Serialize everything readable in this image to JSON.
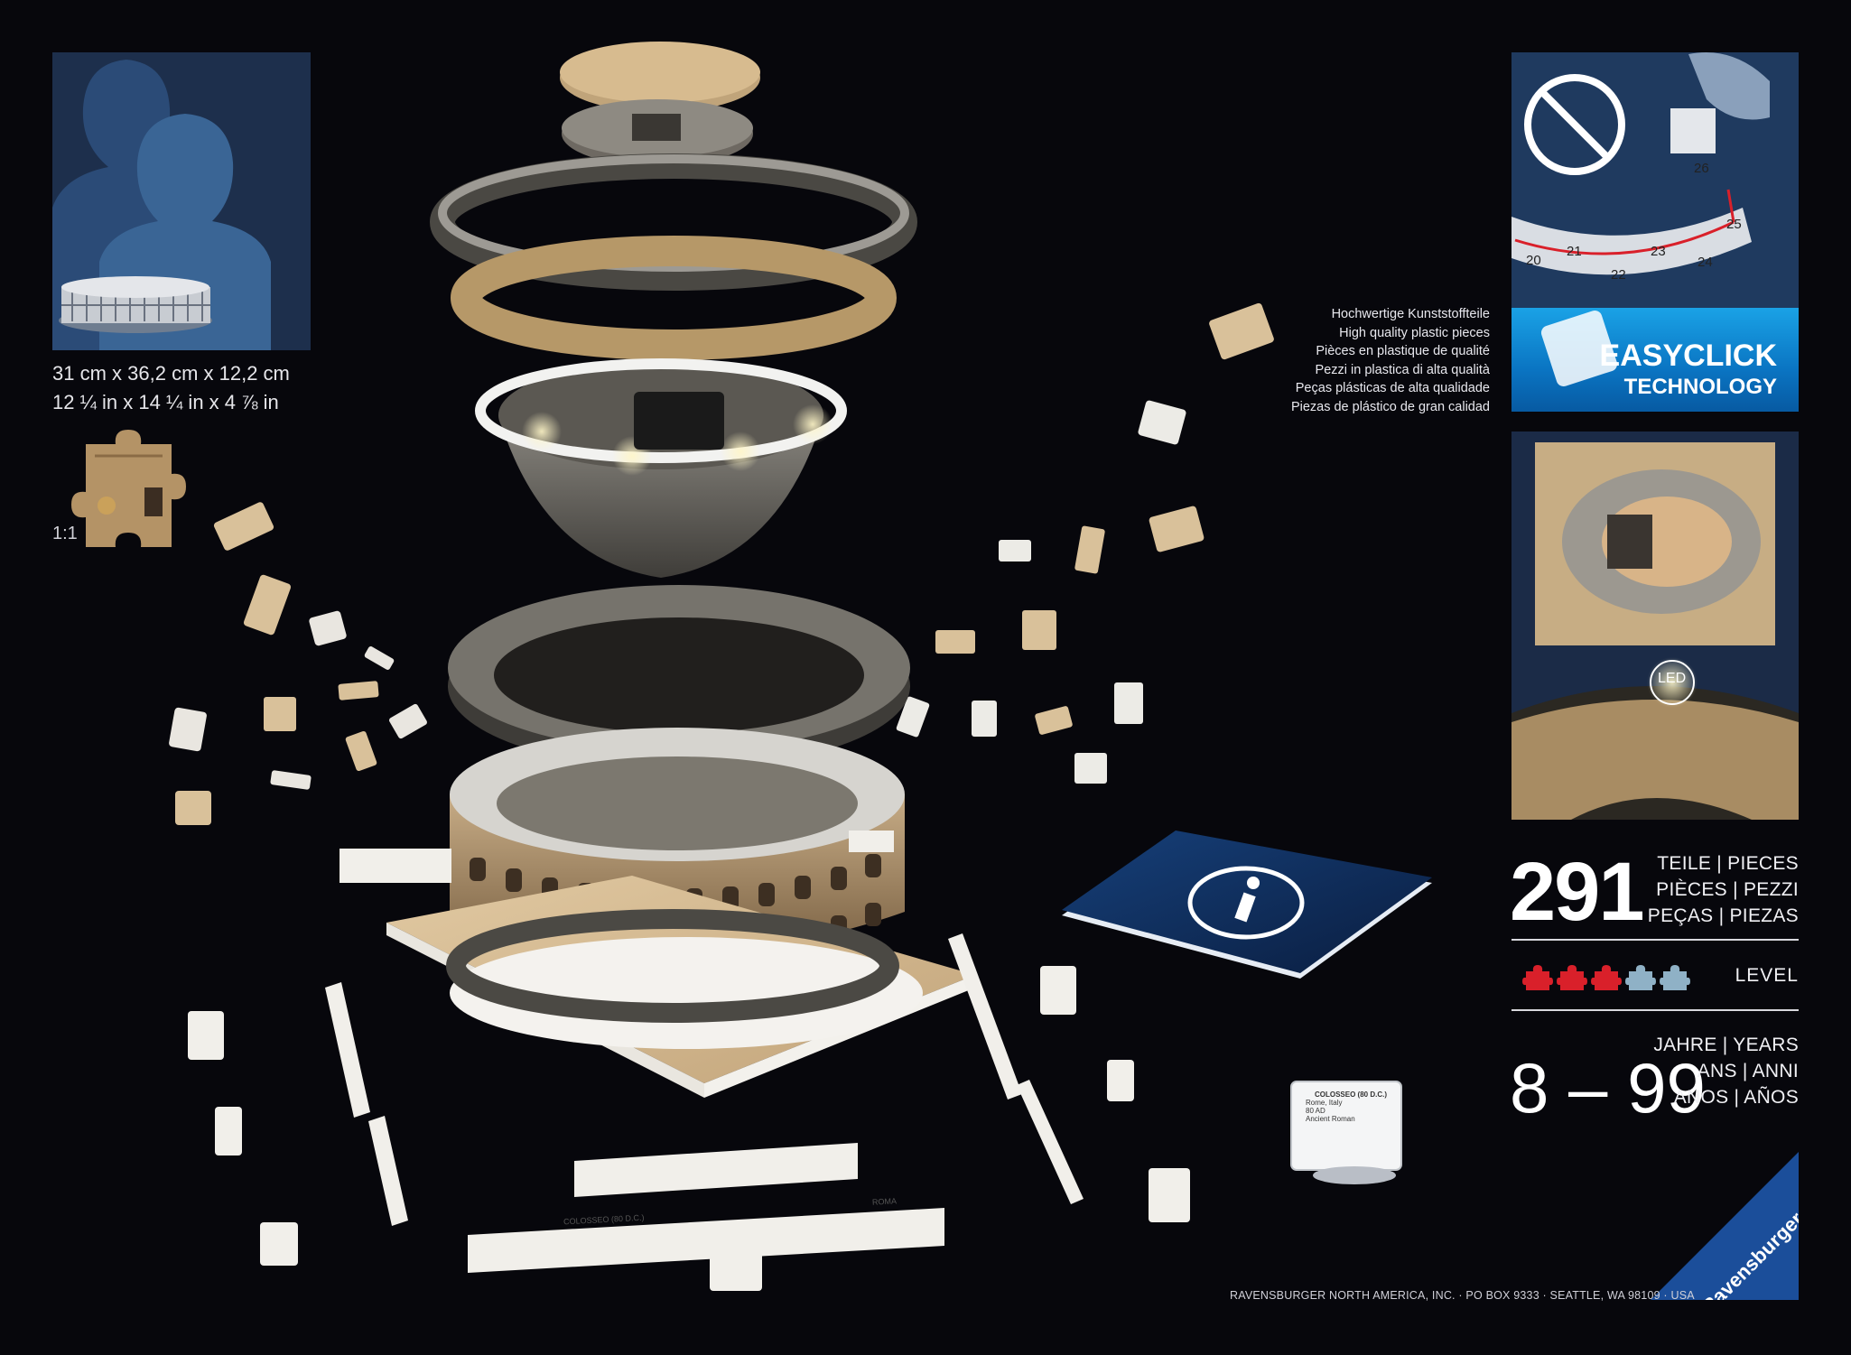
{
  "dimensions": {
    "metric": "31 cm x 36,2 cm x 12,2 cm",
    "imperial": "12 ¼ in x 14 ¼ in x 4 ⅞ in"
  },
  "scale_label": "1:1",
  "plastic_pieces": [
    "Hochwertige Kunststoffteile",
    "High quality plastic pieces",
    "Pièces en plastique de qualité",
    "Pezzi in plastica di alta qualità",
    "Peças plásticas de alta qualidade",
    "Piezas de plástico de gran calidad"
  ],
  "easyclick": {
    "title": "EASYCLICK",
    "subtitle": "TECHNOLOGY",
    "piece_numbers": [
      "20",
      "21",
      "22",
      "23",
      "24",
      "25",
      "26"
    ]
  },
  "led_label": "LED",
  "pieces": {
    "count": "291",
    "labels": [
      "TEILE | PIECES",
      "PIÈCES | PEZZI",
      "PEÇAS | PIEZAS"
    ]
  },
  "level": {
    "label": "LEVEL",
    "value": 3,
    "max": 5,
    "active_color": "#d9202a",
    "inactive_color": "#8fb1c6"
  },
  "age": {
    "range": "8 – 99",
    "labels": [
      "JAHRE | YEARS",
      "ANS | ANNI",
      "ANOS | AÑOS"
    ]
  },
  "model_labels": {
    "front_panel": "COLOSSEO (80 D.C.)",
    "front_panel_right": "ROMA",
    "card_title": "COLOSSEO (80 D.C.)",
    "card_lines": [
      "Rome, Italy",
      "80 AD",
      "Ancient Roman"
    ]
  },
  "brand": "Ravensburger",
  "footer": "RAVENSBURGER NORTH AMERICA, INC. · PO BOX 9333 · SEATTLE, WA 98109 · USA",
  "colors": {
    "background": "#07070c",
    "silhouette": "#2c4d78",
    "easyclick_blue": "#0a74c2",
    "brand_blue": "#1b4e9a",
    "instruction_blue": "#0f2a55",
    "stone": "#a48a66"
  }
}
